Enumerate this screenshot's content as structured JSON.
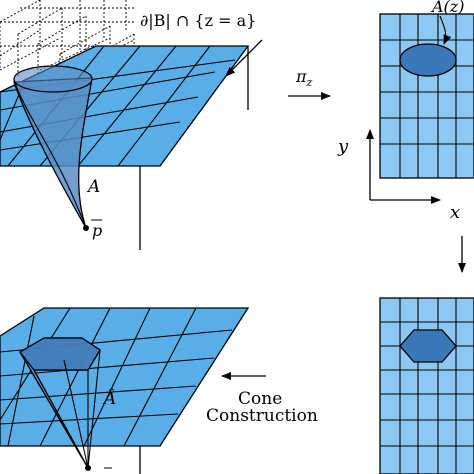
{
  "colors": {
    "plane_fill": "#5aaee8",
    "plane_fill_light": "#8cc8f2",
    "region_fill": "#3a78b8",
    "cone_fill": "#5a8dc4",
    "stroke": "#000000",
    "background": "#ffffff"
  },
  "labels": {
    "boundary_intersection": "∂|B| ∩ {z = a}",
    "projection_map": "π",
    "projection_subscript": "z",
    "set_A": "A",
    "point_p": "p",
    "projected_set": "A(z)",
    "axis_y": "y",
    "axis_x": "x",
    "set_A_hat": "Â",
    "cone_line1": "Cone",
    "cone_line2": "Construction"
  },
  "panels": [
    "top-left-3d-set",
    "top-right-projection-grid",
    "bottom-right-polygon-grid",
    "bottom-left-cone-construction"
  ]
}
